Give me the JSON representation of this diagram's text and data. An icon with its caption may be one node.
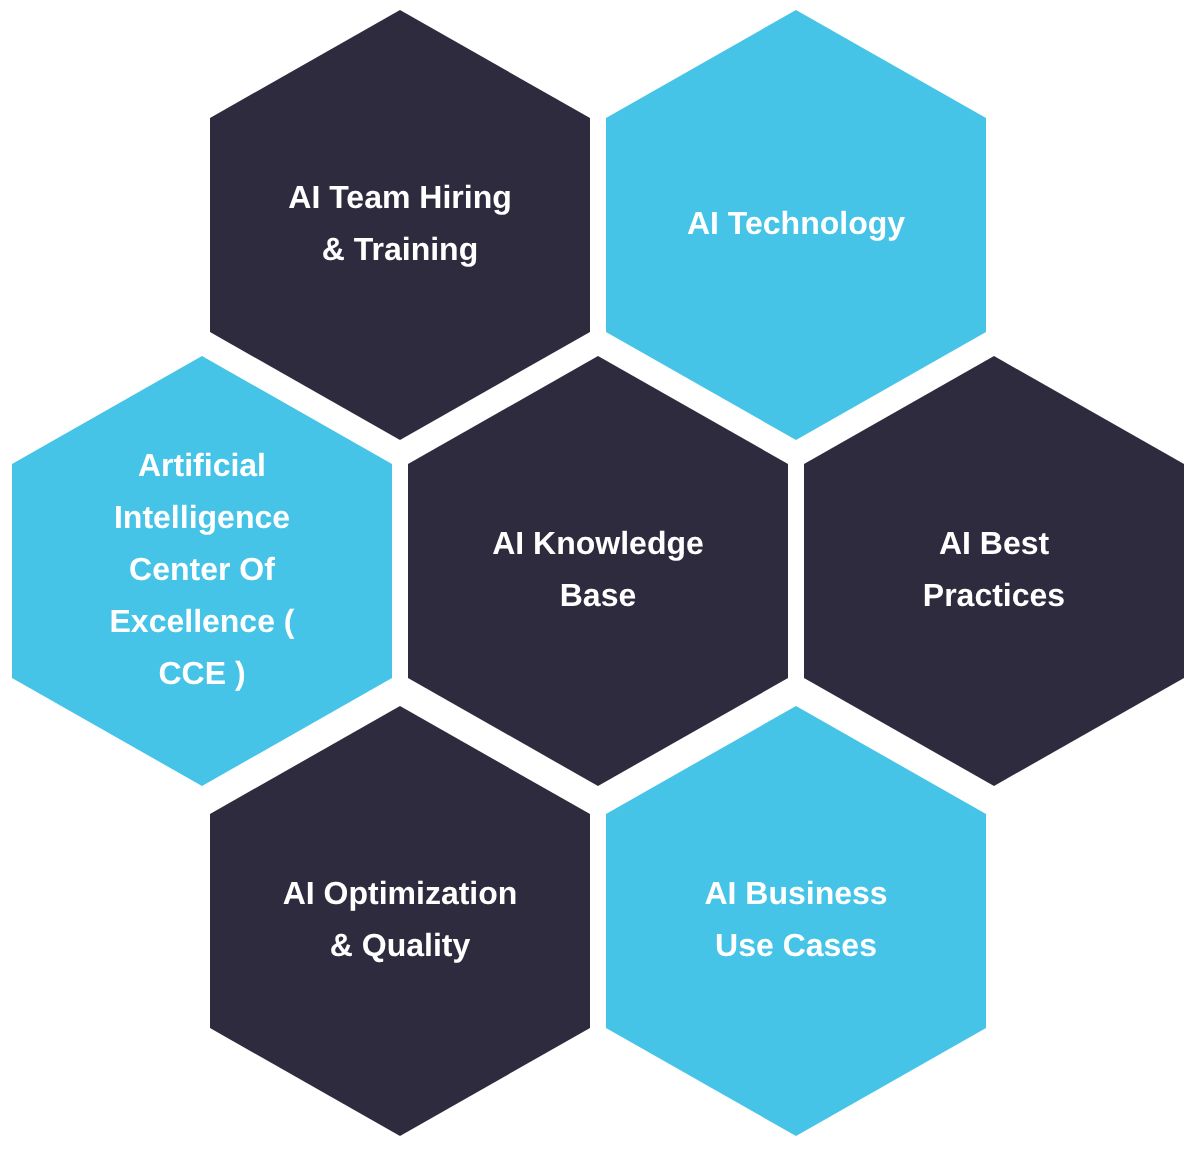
{
  "diagram": {
    "nodes": [
      {
        "text": [
          "AI Team Hiring & Training"
        ]
      },
      {
        "text": [
          "AI Technology"
        ]
      },
      {
        "text": [
          "Artificial Intelligence Center Of Excellence ( CCE )"
        ]
      },
      {
        "text": [
          "AI Knowledge Base"
        ]
      },
      {
        "text": [
          "AI Best Practices"
        ]
      },
      {
        "text": [
          "AI Optimization & Quality"
        ]
      },
      {
        "text": [
          "AI Business Use Cases"
        ]
      }
    ]
  }
}
